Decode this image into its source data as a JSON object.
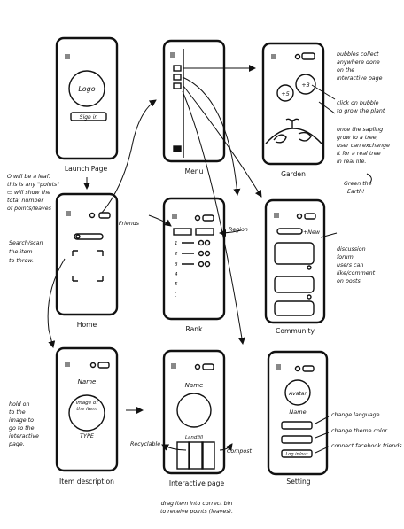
{
  "screens": {
    "launch": {
      "caption": "Launch Page",
      "logo": "Logo",
      "signin": "Sign in"
    },
    "menu": {
      "caption": "Menu"
    },
    "garden": {
      "caption": "Garden",
      "bubble_a": "+5",
      "bubble_b": "+3"
    },
    "home": {
      "caption": "Home"
    },
    "rank": {
      "caption": "Rank",
      "friends": "Friends",
      "region": "Region"
    },
    "community": {
      "caption": "Community",
      "new": "+New"
    },
    "item": {
      "caption": "Item description",
      "name": "Name",
      "image": "image of the item",
      "type": "TYPE"
    },
    "interactive": {
      "caption": "Interactive page",
      "name": "Name",
      "landfill": "Landfill",
      "recyclable": "Recyclable",
      "compost": "Compost"
    },
    "setting": {
      "caption": "Setting",
      "avatar": "Avatar",
      "name": "Name",
      "logout": "Log in/out"
    }
  },
  "notes": {
    "home_legend": [
      "O will be a leaf.",
      "this is any \"points\"",
      "▭ will show the",
      "total number",
      "of points/leaves"
    ],
    "search": [
      "Search/scan",
      "the item",
      "to throw."
    ],
    "garden": [
      "bubbles collect",
      "anywhere done",
      "on the",
      "interactive page",
      "",
      "click on bubble",
      "to grow the plant",
      "",
      "once the sapling",
      "grow to a tree,",
      "user can exchange",
      "it for a real tree",
      "in real life."
    ],
    "green_earth": [
      "Green the",
      "Earth!"
    ],
    "community": [
      "discussion",
      "forum.",
      "users can",
      "like/comment",
      "on posts."
    ],
    "hold": [
      "hold on",
      "to the",
      "image to",
      "go to the",
      "interactive",
      "page."
    ],
    "drag": [
      "drag item into correct bin",
      "to receive points (leaves)."
    ],
    "settings_items": [
      "change language",
      "change theme color",
      "connect facebook friends"
    ]
  }
}
